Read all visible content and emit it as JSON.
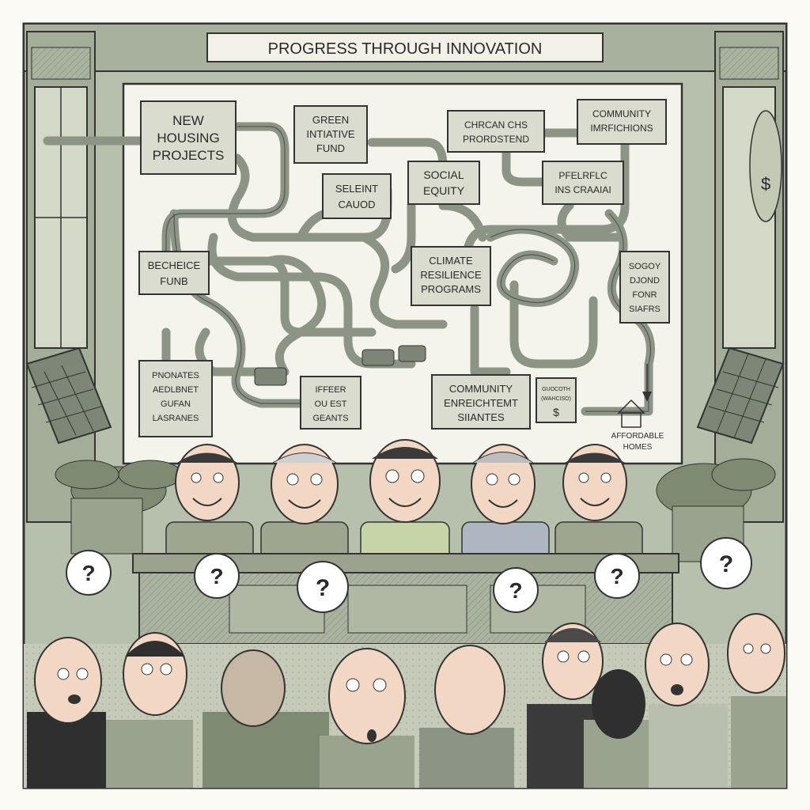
{
  "banner": {
    "title": "PROGRESS THROUGH INNOVATION"
  },
  "boxes": [
    {
      "id": "housing",
      "lines": [
        "NEW",
        "HOUSING",
        "PROJECTS"
      ]
    },
    {
      "id": "green",
      "lines": [
        "GREEN",
        "INTIATIVE",
        "FUND"
      ]
    },
    {
      "id": "chrcan",
      "lines": [
        "CHRCAN CHS",
        "PRORDSTEND"
      ]
    },
    {
      "id": "community-top",
      "lines": [
        "COMMUNITY",
        "IMRFICHIONS"
      ]
    },
    {
      "id": "seleint",
      "lines": [
        "SELEINT",
        "CAUOD"
      ]
    },
    {
      "id": "social",
      "lines": [
        "SOCIAL",
        "EQUITY"
      ]
    },
    {
      "id": "pfeirfilc",
      "lines": [
        "PFELRFLC",
        "INS CRAAIAI"
      ]
    },
    {
      "id": "becheice",
      "lines": [
        "BECHEICE",
        "FUNB"
      ]
    },
    {
      "id": "climate",
      "lines": [
        "CLIMATE",
        "RESILIENCE",
        "PROGRAMS"
      ]
    },
    {
      "id": "sogoy",
      "lines": [
        "SOGOY",
        "DJOND",
        "FONR",
        "SIAFRS"
      ]
    },
    {
      "id": "pnonates",
      "lines": [
        "PNONATES",
        "AEDLBNET",
        "GUFAN",
        "LASRANES"
      ]
    },
    {
      "id": "iffeer",
      "lines": [
        "IFFEER",
        "OU EST",
        "GEANTS"
      ]
    },
    {
      "id": "enricht",
      "lines": [
        "COMMUNITY",
        "ENREICHTEMT",
        "SIIANTES"
      ]
    },
    {
      "id": "small",
      "lines": [
        "GUOCOTH",
        "(WAHCISO)",
        "$"
      ]
    }
  ],
  "affordable": {
    "lines": [
      "AFFORDABLE",
      "HOMES"
    ]
  },
  "question_mark": "?",
  "window_sign": "$"
}
